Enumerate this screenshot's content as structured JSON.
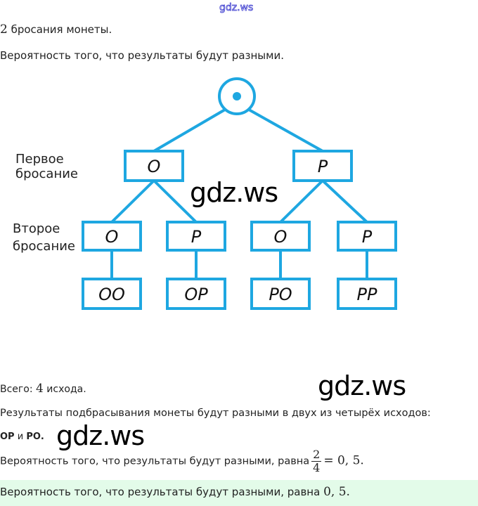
{
  "watermark": "gdz.ws",
  "intro": {
    "count": "2",
    "text": "бросания монеты."
  },
  "question": "Вероятность того, что результаты будут разными.",
  "tree": {
    "color": "#1ea7e1",
    "level1_label": [
      "Первое",
      "бросание"
    ],
    "level2_label": [
      "Второе",
      "бросание"
    ],
    "level1": [
      "О",
      "Р"
    ],
    "level2": [
      "О",
      "Р",
      "О",
      "Р"
    ],
    "outcomes": [
      "ОО",
      "ОР",
      "РО",
      "РР"
    ]
  },
  "total": {
    "prefix": "Всего:",
    "value": "4",
    "suffix": "исхода."
  },
  "different": "Результаты подбрасывания монеты будут разными в двух из четырёх исходов:",
  "pairs": {
    "a": "ОР",
    "and": "и",
    "b": "РО."
  },
  "calc": {
    "text": "Вероятность того, что результаты будут разными, равна",
    "num": "2",
    "den": "4",
    "result": "= 0, 5."
  },
  "answer": {
    "text": "Вероятность того, что результаты будут разными, равна",
    "value": "0, 5."
  }
}
